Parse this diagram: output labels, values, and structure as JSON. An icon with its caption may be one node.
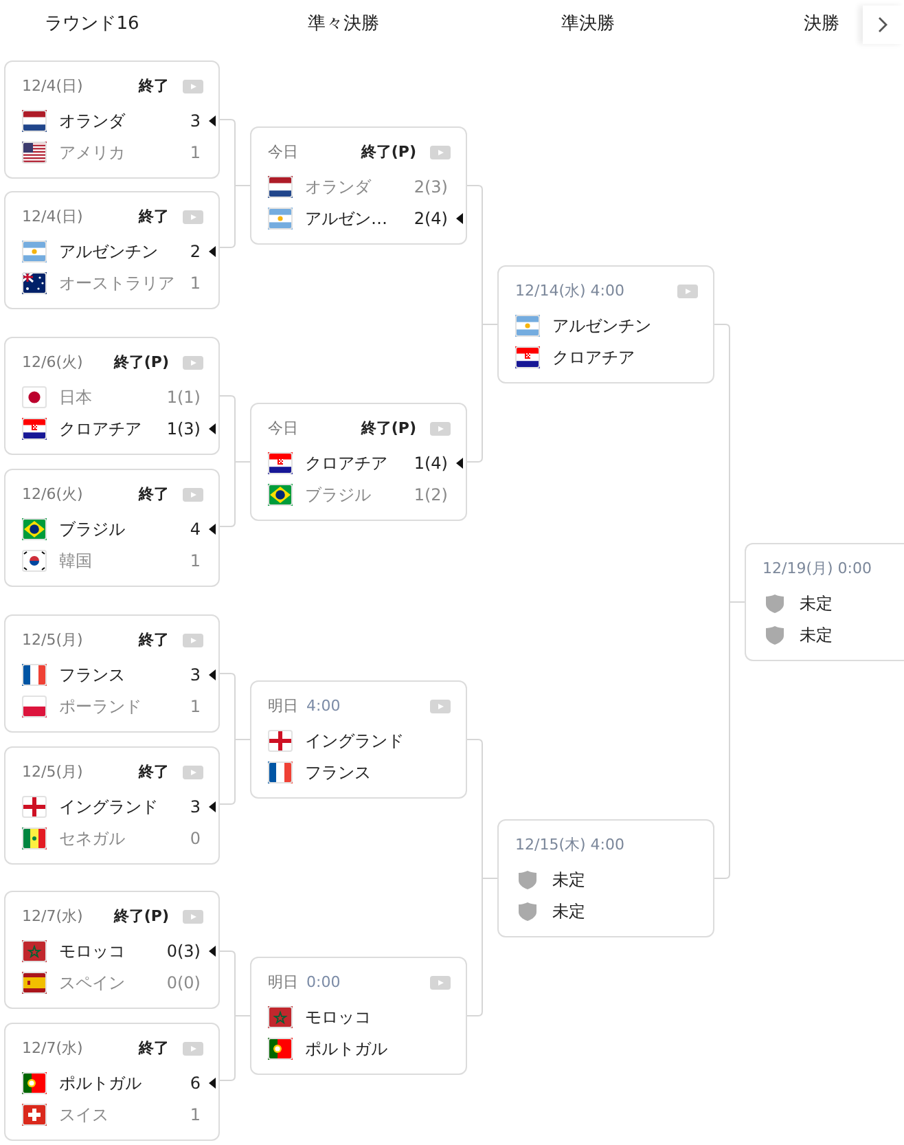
{
  "diagram": {
    "nodes": [
      {
        "text": [
          "12/4(日)",
          "終了",
          "オランダ",
          "3",
          "アメリカ",
          "1"
        ]
      },
      {
        "text": [
          "12/4(日)",
          "終了",
          "アルゼンチン",
          "2",
          "オーストラリア",
          "1"
        ]
      },
      {
        "text": [
          "12/6(火)",
          "終了(P)",
          "日本",
          "1(1)",
          "クロアチア",
          "1(3)"
        ]
      },
      {
        "text": [
          "12/6(火)",
          "終了",
          "ブラジル",
          "4",
          "韓国",
          "1"
        ]
      },
      {
        "text": [
          "12/5(月)",
          "終了",
          "フランス",
          "3",
          "ポーランド",
          "1"
        ]
      },
      {
        "text": [
          "12/5(月)",
          "終了",
          "イングランド",
          "3",
          "セネガル",
          "0"
        ]
      },
      {
        "text": [
          "12/7(水)",
          "終了(P)",
          "モロッコ",
          "0(3)",
          "スペイン",
          "0(0)"
        ]
      },
      {
        "text": [
          "12/7(水)",
          "終了",
          "ポルトガル",
          "6",
          "スイス",
          "1"
        ]
      },
      {
        "text": [
          "今日",
          "終了(P)",
          "オランダ",
          "2(3)",
          "アルゼン…",
          "2(4)"
        ]
      },
      {
        "text": [
          "今日",
          "終了(P)",
          "クロアチア",
          "1(4)",
          "ブラジル",
          "1(2)"
        ]
      },
      {
        "text": [
          "明日",
          "4:00",
          "イングランド",
          "フランス"
        ]
      },
      {
        "text": [
          "明日",
          "0:00",
          "モロッコ",
          "ポルトガル"
        ]
      },
      {
        "text": [
          "12/14(水) 4:00",
          "アルゼンチン",
          "クロアチア"
        ]
      },
      {
        "text": [
          "12/15(木) 4:00",
          "未定",
          "未定"
        ]
      },
      {
        "text": [
          "12/19(月) 0:00",
          "未定",
          "未定"
        ]
      }
    ],
    "edges": [
      {
        "from": 0,
        "to": 8,
        "arrow": "none"
      },
      {
        "from": 1,
        "to": 8,
        "arrow": "none"
      },
      {
        "from": 2,
        "to": 9,
        "arrow": "none"
      },
      {
        "from": 3,
        "to": 9,
        "arrow": "none"
      },
      {
        "from": 4,
        "to": 10,
        "arrow": "none"
      },
      {
        "from": 5,
        "to": 10,
        "arrow": "none"
      },
      {
        "from": 6,
        "to": 11,
        "arrow": "none"
      },
      {
        "from": 7,
        "to": 11,
        "arrow": "none"
      },
      {
        "from": 8,
        "to": 12,
        "arrow": "none"
      },
      {
        "from": 9,
        "to": 12,
        "arrow": "none"
      },
      {
        "from": 10,
        "to": 13,
        "arrow": "none"
      },
      {
        "from": 11,
        "to": 13,
        "arrow": "none"
      },
      {
        "from": 12,
        "to": 14,
        "arrow": "none"
      },
      {
        "from": 13,
        "to": 14,
        "arrow": "none"
      }
    ],
    "labels": [
      "ラウンド16",
      "準々決勝",
      "準決勝",
      "決勝"
    ]
  }
}
